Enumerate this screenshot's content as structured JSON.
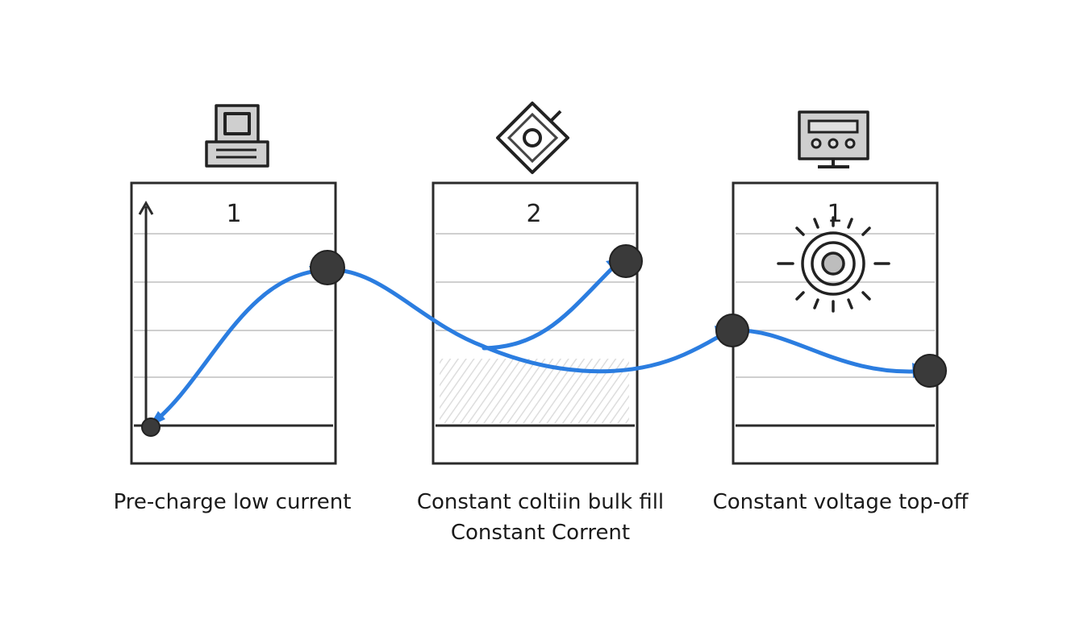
{
  "panels": [
    {
      "number": "1",
      "caption_lines": [
        "Pre-charge low current"
      ],
      "icon": "printer-icon"
    },
    {
      "number": "2",
      "caption_lines": [
        "Constant coltiin bulk fill",
        "Constant Corrent"
      ],
      "icon": "device-diamond-icon"
    },
    {
      "number": "1",
      "caption_lines": [
        "Constant voltage top-off"
      ],
      "icon": "monitor-icon"
    }
  ],
  "colors": {
    "curve": "#2b7de0",
    "node": "#3a3a3a",
    "outline": "#2b2b2b"
  }
}
